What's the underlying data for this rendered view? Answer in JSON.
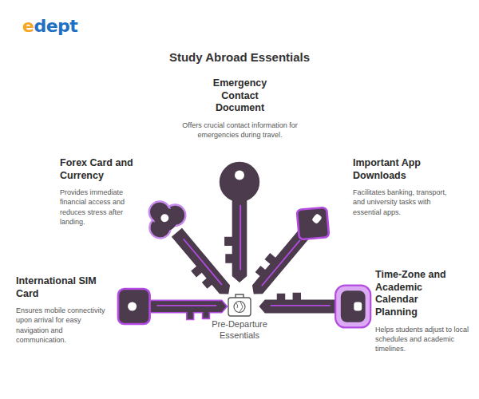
{
  "diagram": {
    "title": "Study Abroad Essentials",
    "nodes": [
      {
        "text": [
          "Emergency Contact Document",
          "Offers crucial contact information for emergencies during travel."
        ]
      },
      {
        "text": [
          "Forex Card and Currency",
          "Provides immediate financial access and reduces stress after landing."
        ]
      },
      {
        "text": [
          "Important App Downloads",
          "Facilitates banking, transport, and university tasks with essential apps."
        ]
      },
      {
        "text": [
          "International SIM Card",
          "Ensures mobile connectivity upon arrival for easy navigation and communication."
        ]
      },
      {
        "text": [
          "Time-Zone and Academic Calendar Planning",
          "Helps students adjust to local schedules and academic timelines."
        ]
      },
      {
        "text": [
          "Pre-Departure Essentials"
        ]
      }
    ],
    "labels": [
      "edept"
    ]
  }
}
